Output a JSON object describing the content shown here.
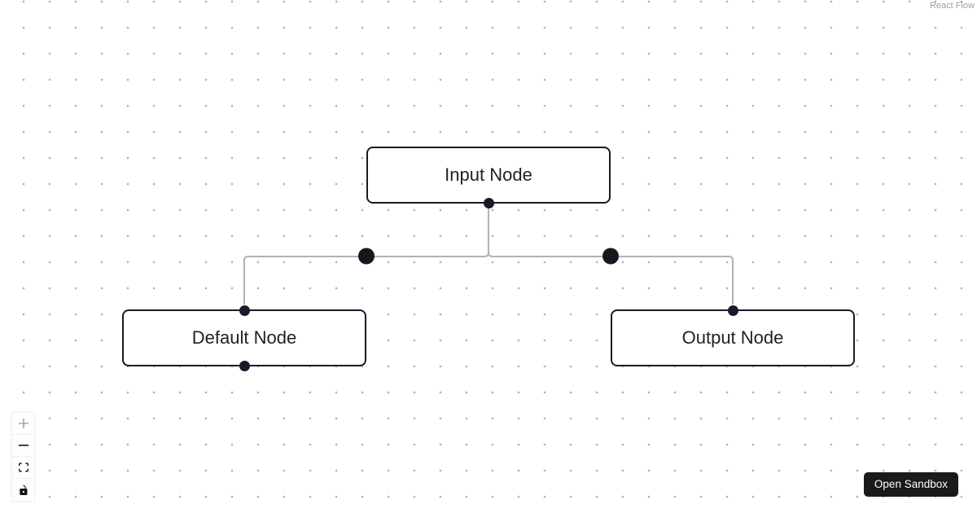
{
  "app": {
    "attribution": "React Flow"
  },
  "diagram": {
    "type": "flow-graph",
    "nodes": [
      {
        "label": "Input Node",
        "kind": "input",
        "handles": [
          "bottom"
        ]
      },
      {
        "label": "Default Node",
        "kind": "default",
        "handles": [
          "top",
          "bottom"
        ]
      },
      {
        "label": "Output Node",
        "kind": "output",
        "handles": [
          "top"
        ]
      }
    ],
    "edges": [
      {
        "from": "Input Node",
        "to": "Default Node",
        "style": "step",
        "marker": "dot"
      },
      {
        "from": "Input Node",
        "to": "Output Node",
        "style": "step",
        "marker": "dot"
      }
    ],
    "colors": {
      "node_border": "#1a192b",
      "node_background": "#ffffff",
      "node_text": "#222222",
      "edge": "#b1b1b7",
      "handle": "#1a192b",
      "edge_dot": "#17171f",
      "background_dot": "#b1b1b7"
    }
  },
  "controls": {
    "items": [
      {
        "name": "zoom-in",
        "icon": "plus-icon",
        "disabled": true
      },
      {
        "name": "zoom-out",
        "icon": "minus-icon",
        "disabled": false
      },
      {
        "name": "fit-view",
        "icon": "fit-view-icon",
        "disabled": false
      },
      {
        "name": "toggle-interactivity",
        "icon": "unlock-icon",
        "disabled": false
      }
    ]
  },
  "sandbox_button": {
    "label": "Open Sandbox",
    "background": "#1a1a1a"
  }
}
